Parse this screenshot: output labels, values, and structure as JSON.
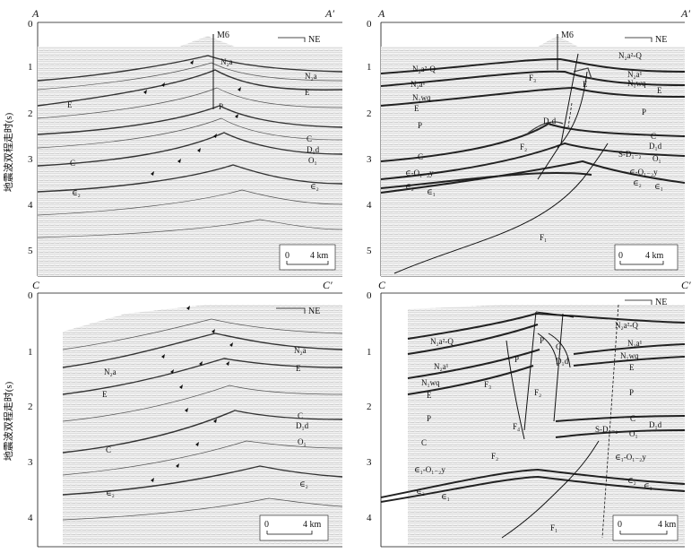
{
  "y_axis_label": "地震波双程走时(s)",
  "direction_label": "NE",
  "scale_bar_label": "4 km",
  "scale_bar_zero": "0",
  "panels": [
    {
      "id": "A-uninterpreted",
      "left_label": "A",
      "right_label": "A′",
      "y_ticks": [
        "0",
        "1",
        "2",
        "3",
        "4",
        "5"
      ],
      "well_label": "M6",
      "labels": [
        "N₂a",
        "N₂a",
        "E",
        "E",
        "P",
        "C",
        "C",
        "D₁d",
        "O₁",
        "∈₂",
        "∈₂"
      ]
    },
    {
      "id": "A-interpreted",
      "left_label": "A",
      "right_label": "A′",
      "y_ticks": [
        "0",
        "1",
        "2",
        "3",
        "4",
        "5"
      ],
      "well_label": "M6",
      "labels": [
        "N₂a²-Q",
        "N₂a¹",
        "N₁wq",
        "E",
        "P",
        "C",
        "∈-O₁₋₂y",
        "∈₂",
        "∈₁",
        "F₃",
        "F₂",
        "F₁",
        "D₁d",
        "E",
        "N₂a²-Q",
        "N₂a¹",
        "N₁wq",
        "E",
        "P",
        "C",
        "D₁d",
        "S-D₁₋₂",
        "O₁",
        "∈-O₁₋₂y",
        "∈₂",
        "∈₁"
      ]
    },
    {
      "id": "C-uninterpreted",
      "left_label": "C",
      "right_label": "C′",
      "y_ticks": [
        "0",
        "1",
        "2",
        "3",
        "4"
      ],
      "labels": [
        "N₂a",
        "E",
        "C",
        "∈₂",
        "N₂a",
        "E",
        "C",
        "D₁d",
        "O₁",
        "∈₂"
      ]
    },
    {
      "id": "C-interpreted",
      "left_label": "C",
      "right_label": "C′",
      "y_ticks": [
        "0",
        "1",
        "2",
        "3",
        "4"
      ],
      "labels": [
        "N₂a²-Q",
        "N₂a¹",
        "N₁wq",
        "E",
        "P",
        "C",
        "∈₁-O₁₋₂y",
        "∈₂",
        "∈₁",
        "P",
        "P",
        "C",
        "D₁d",
        "F₃",
        "F₂",
        "F₄",
        "F₂",
        "F₁",
        "N₂a²-Q",
        "N₂a¹",
        "N₁wq",
        "E",
        "P",
        "C",
        "D₁d",
        "S-D₁₋₂",
        "O₁",
        "∈₁-O₁₋₂y",
        "∈₂",
        "∈₁"
      ]
    }
  ]
}
